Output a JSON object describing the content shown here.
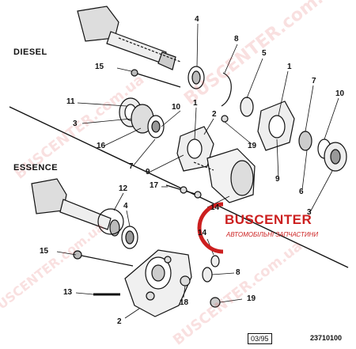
{
  "sections": {
    "diesel": "DIESEL",
    "essence": "ESSENCE"
  },
  "footer": {
    "date_code": "03/95",
    "reference": "23710100"
  },
  "brand": {
    "name": "BUSCENTER",
    "tagline": "АВТОМОБІЛЬНІ ЗАПЧАСТИНИ"
  },
  "watermarks": [
    "BUSCENTER.com.ua",
    "BUSCENTER.com.ua",
    "BUSCENTER.com.ua",
    "BUSCENTER.com.ua"
  ],
  "part_labels": {
    "diesel": [
      "4",
      "8",
      "5",
      "15",
      "1",
      "7",
      "11",
      "10",
      "1",
      "10",
      "3",
      "2",
      "16",
      "19",
      "7",
      "9",
      "9",
      "6",
      "3"
    ],
    "essence": [
      "12",
      "17",
      "4",
      "14",
      "14",
      "15",
      "8",
      "13",
      "19",
      "18",
      "2"
    ]
  },
  "colors": {
    "accent": "#cc1f1f",
    "line": "#111111"
  }
}
